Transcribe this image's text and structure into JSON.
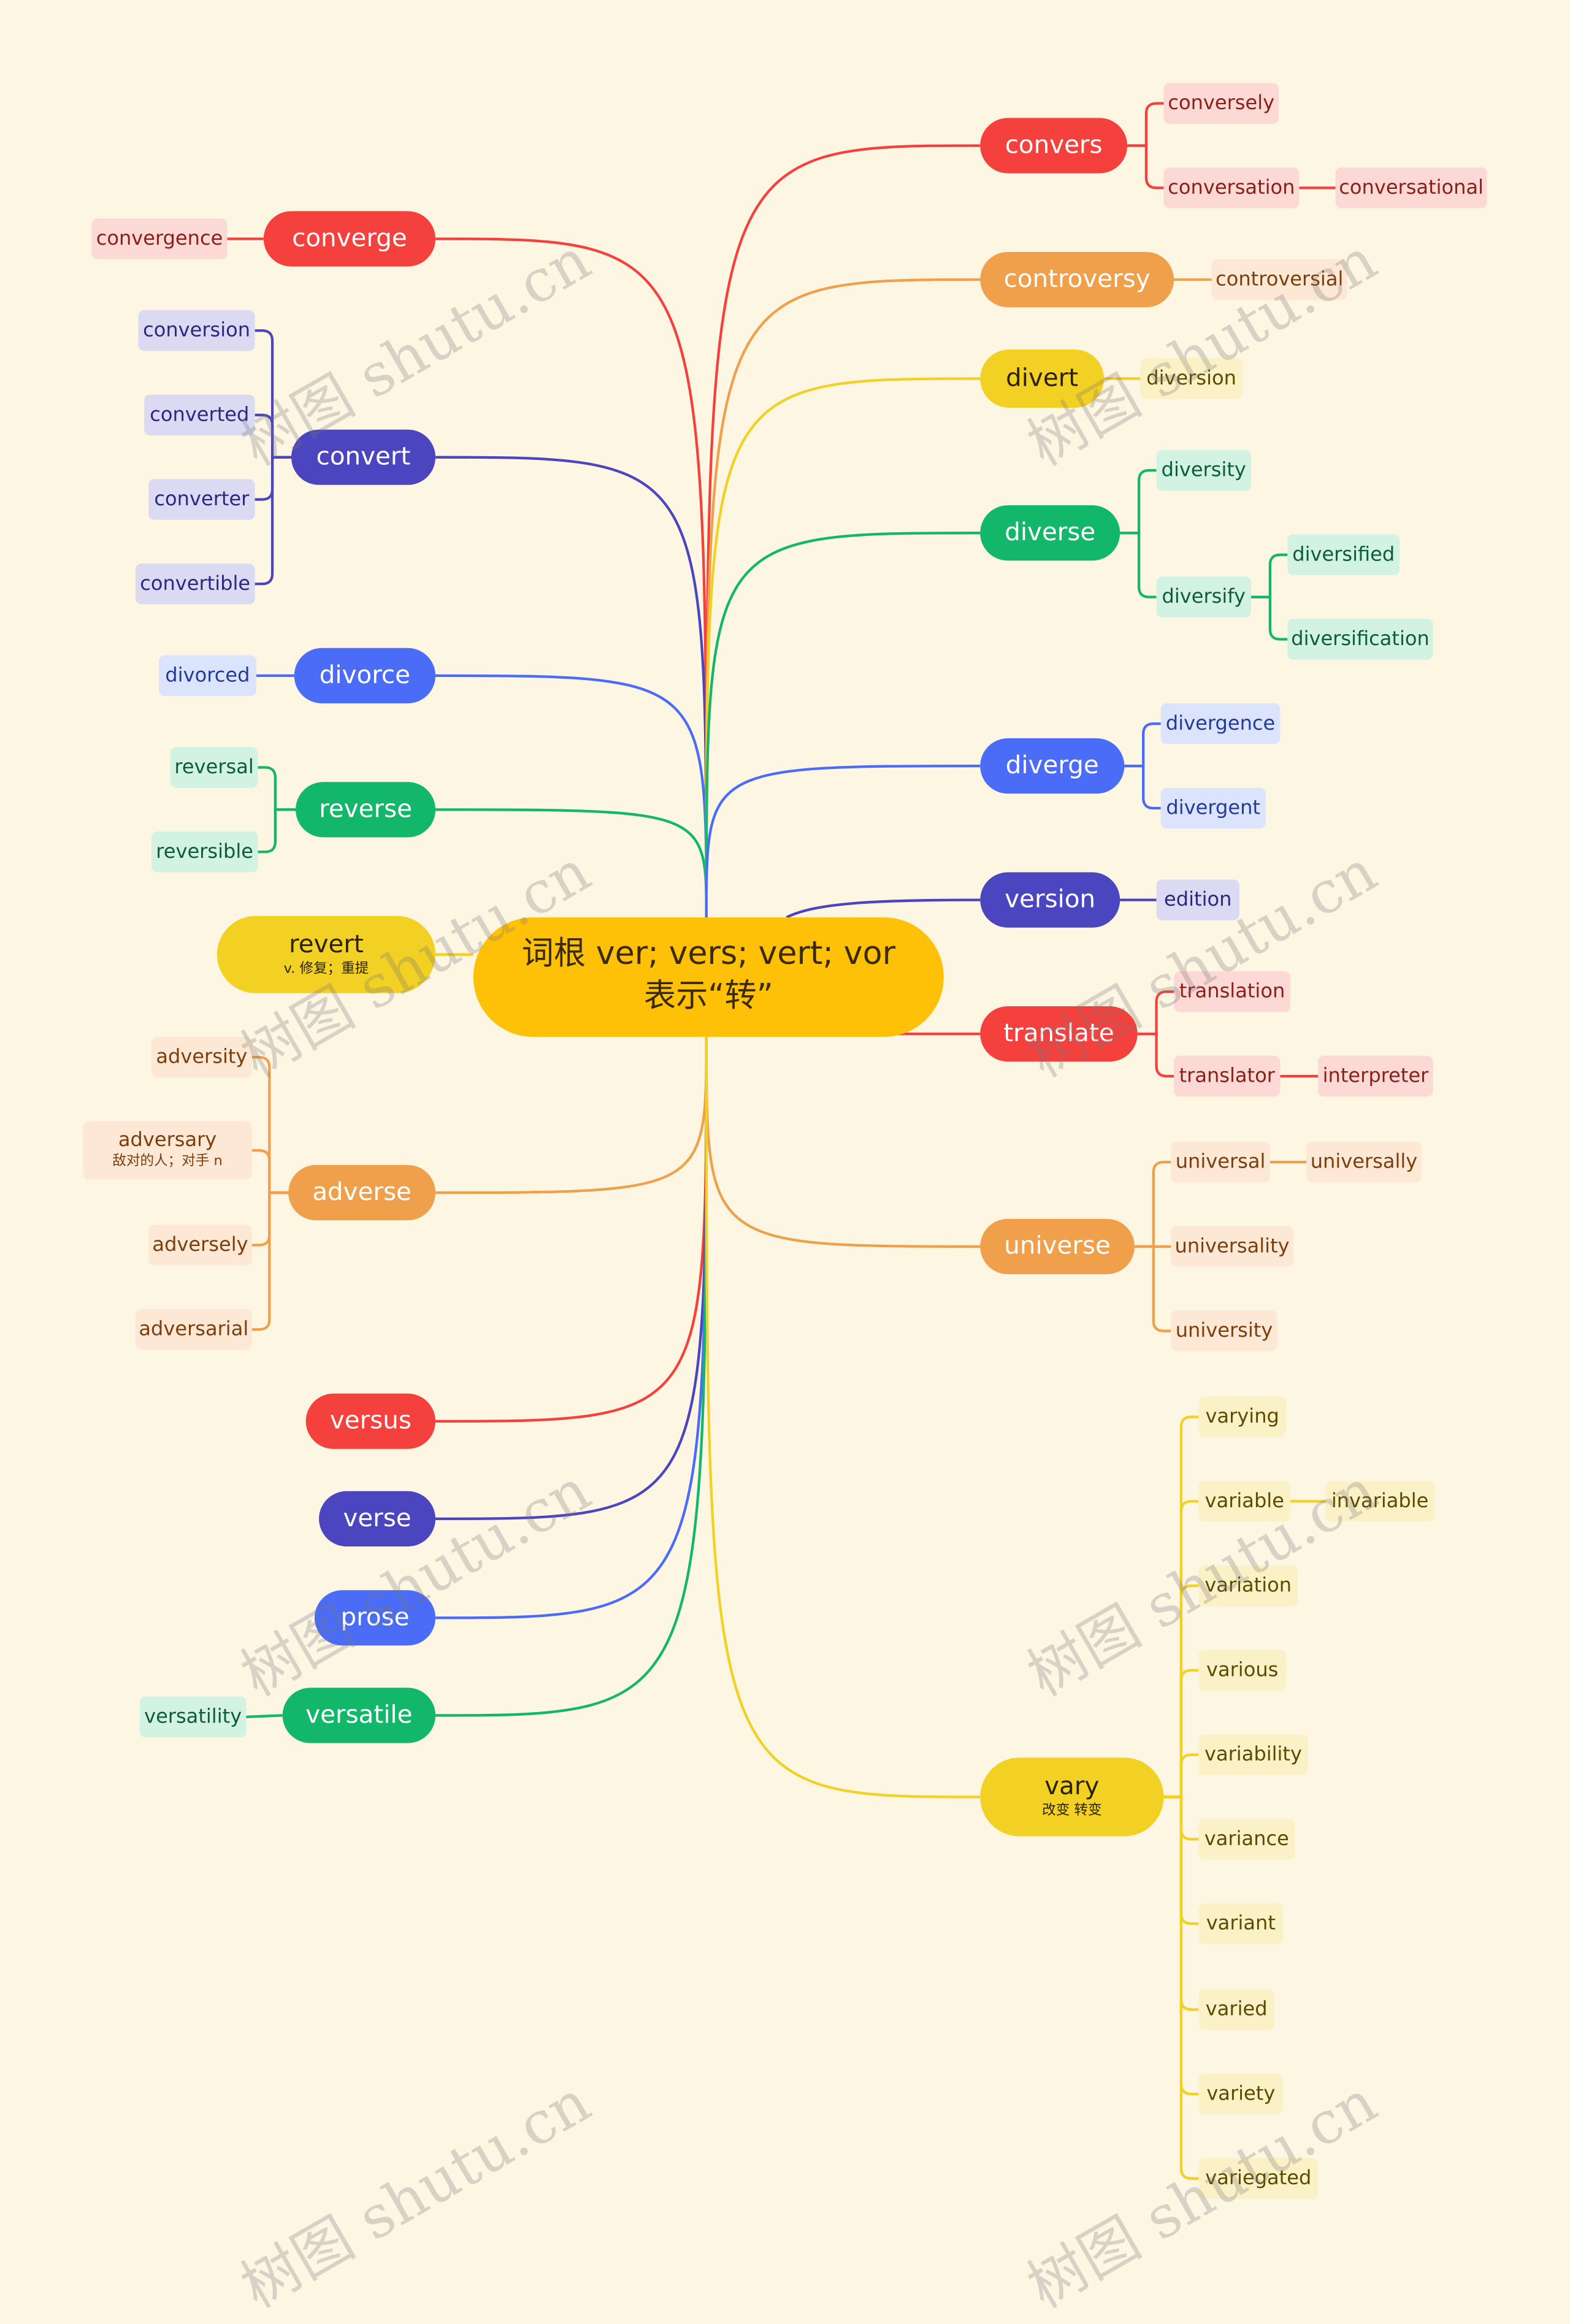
{
  "center": {
    "line1": "词根 ver; vers; vert; vor",
    "line2": "表示“转”",
    "color": "#ffc107"
  },
  "colors": {
    "red": "#f5413d",
    "indigo": "#4b45c0",
    "blue": "#4a6cf7",
    "green": "#12b76a",
    "orange": "#f0a04a",
    "yellow": "#f2d024"
  },
  "left": [
    {
      "label": "converge",
      "color": "red",
      "children": [
        {
          "label": "convergence"
        }
      ]
    },
    {
      "label": "convert",
      "color": "indigo",
      "children": [
        {
          "label": "conversion"
        },
        {
          "label": "converted"
        },
        {
          "label": "converter"
        },
        {
          "label": "convertible"
        }
      ]
    },
    {
      "label": "divorce",
      "color": "blue",
      "children": [
        {
          "label": "divorced"
        }
      ]
    },
    {
      "label": "reverse",
      "color": "green",
      "children": [
        {
          "label": "reversal"
        },
        {
          "label": "reversible"
        }
      ]
    },
    {
      "label": "revert",
      "sub": "v. 修复；重提",
      "color": "yellow",
      "children": []
    },
    {
      "label": "adverse",
      "color": "orange",
      "children": [
        {
          "label": "adversity"
        },
        {
          "label": "adversary",
          "sub": "敌对的人；对手 n"
        },
        {
          "label": "adversely"
        },
        {
          "label": "adversarial"
        }
      ]
    },
    {
      "label": "versus",
      "color": "red",
      "children": []
    },
    {
      "label": "verse",
      "color": "indigo",
      "children": []
    },
    {
      "label": "prose",
      "color": "blue",
      "children": []
    },
    {
      "label": "versatile",
      "color": "green",
      "children": [
        {
          "label": "versatility"
        }
      ]
    }
  ],
  "right": [
    {
      "label": "convers",
      "color": "red",
      "children": [
        {
          "label": "conversely"
        },
        {
          "label": "conversation",
          "children": [
            {
              "label": "conversational"
            }
          ]
        }
      ]
    },
    {
      "label": "controversy",
      "color": "orange",
      "children": [
        {
          "label": "controversial"
        }
      ]
    },
    {
      "label": "divert",
      "color": "yellow",
      "children": [
        {
          "label": "diversion"
        }
      ]
    },
    {
      "label": "diverse",
      "color": "green",
      "children": [
        {
          "label": "diversity"
        },
        {
          "label": "diversify",
          "children": [
            {
              "label": "diversified"
            },
            {
              "label": "diversification"
            }
          ]
        }
      ]
    },
    {
      "label": "diverge",
      "color": "blue",
      "children": [
        {
          "label": "divergence"
        },
        {
          "label": "divergent"
        }
      ]
    },
    {
      "label": "version",
      "color": "indigo",
      "children": [
        {
          "label": "edition"
        }
      ]
    },
    {
      "label": "translate",
      "color": "red",
      "children": [
        {
          "label": "translation"
        },
        {
          "label": "translator",
          "children": [
            {
              "label": "interpreter"
            }
          ]
        }
      ]
    },
    {
      "label": "universe",
      "color": "orange",
      "children": [
        {
          "label": "universal",
          "children": [
            {
              "label": "universally"
            }
          ]
        },
        {
          "label": "universality"
        },
        {
          "label": "university"
        }
      ]
    },
    {
      "label": "vary",
      "sub": "改变 转变",
      "color": "yellow",
      "children": [
        {
          "label": "varying"
        },
        {
          "label": "variable",
          "children": [
            {
              "label": "invariable"
            }
          ]
        },
        {
          "label": "variation"
        },
        {
          "label": "various"
        },
        {
          "label": "variability"
        },
        {
          "label": "variance"
        },
        {
          "label": "variant"
        },
        {
          "label": "varied"
        },
        {
          "label": "variety"
        },
        {
          "label": "variegated"
        }
      ]
    }
  ],
  "watermark": "树图 shutu.cn"
}
